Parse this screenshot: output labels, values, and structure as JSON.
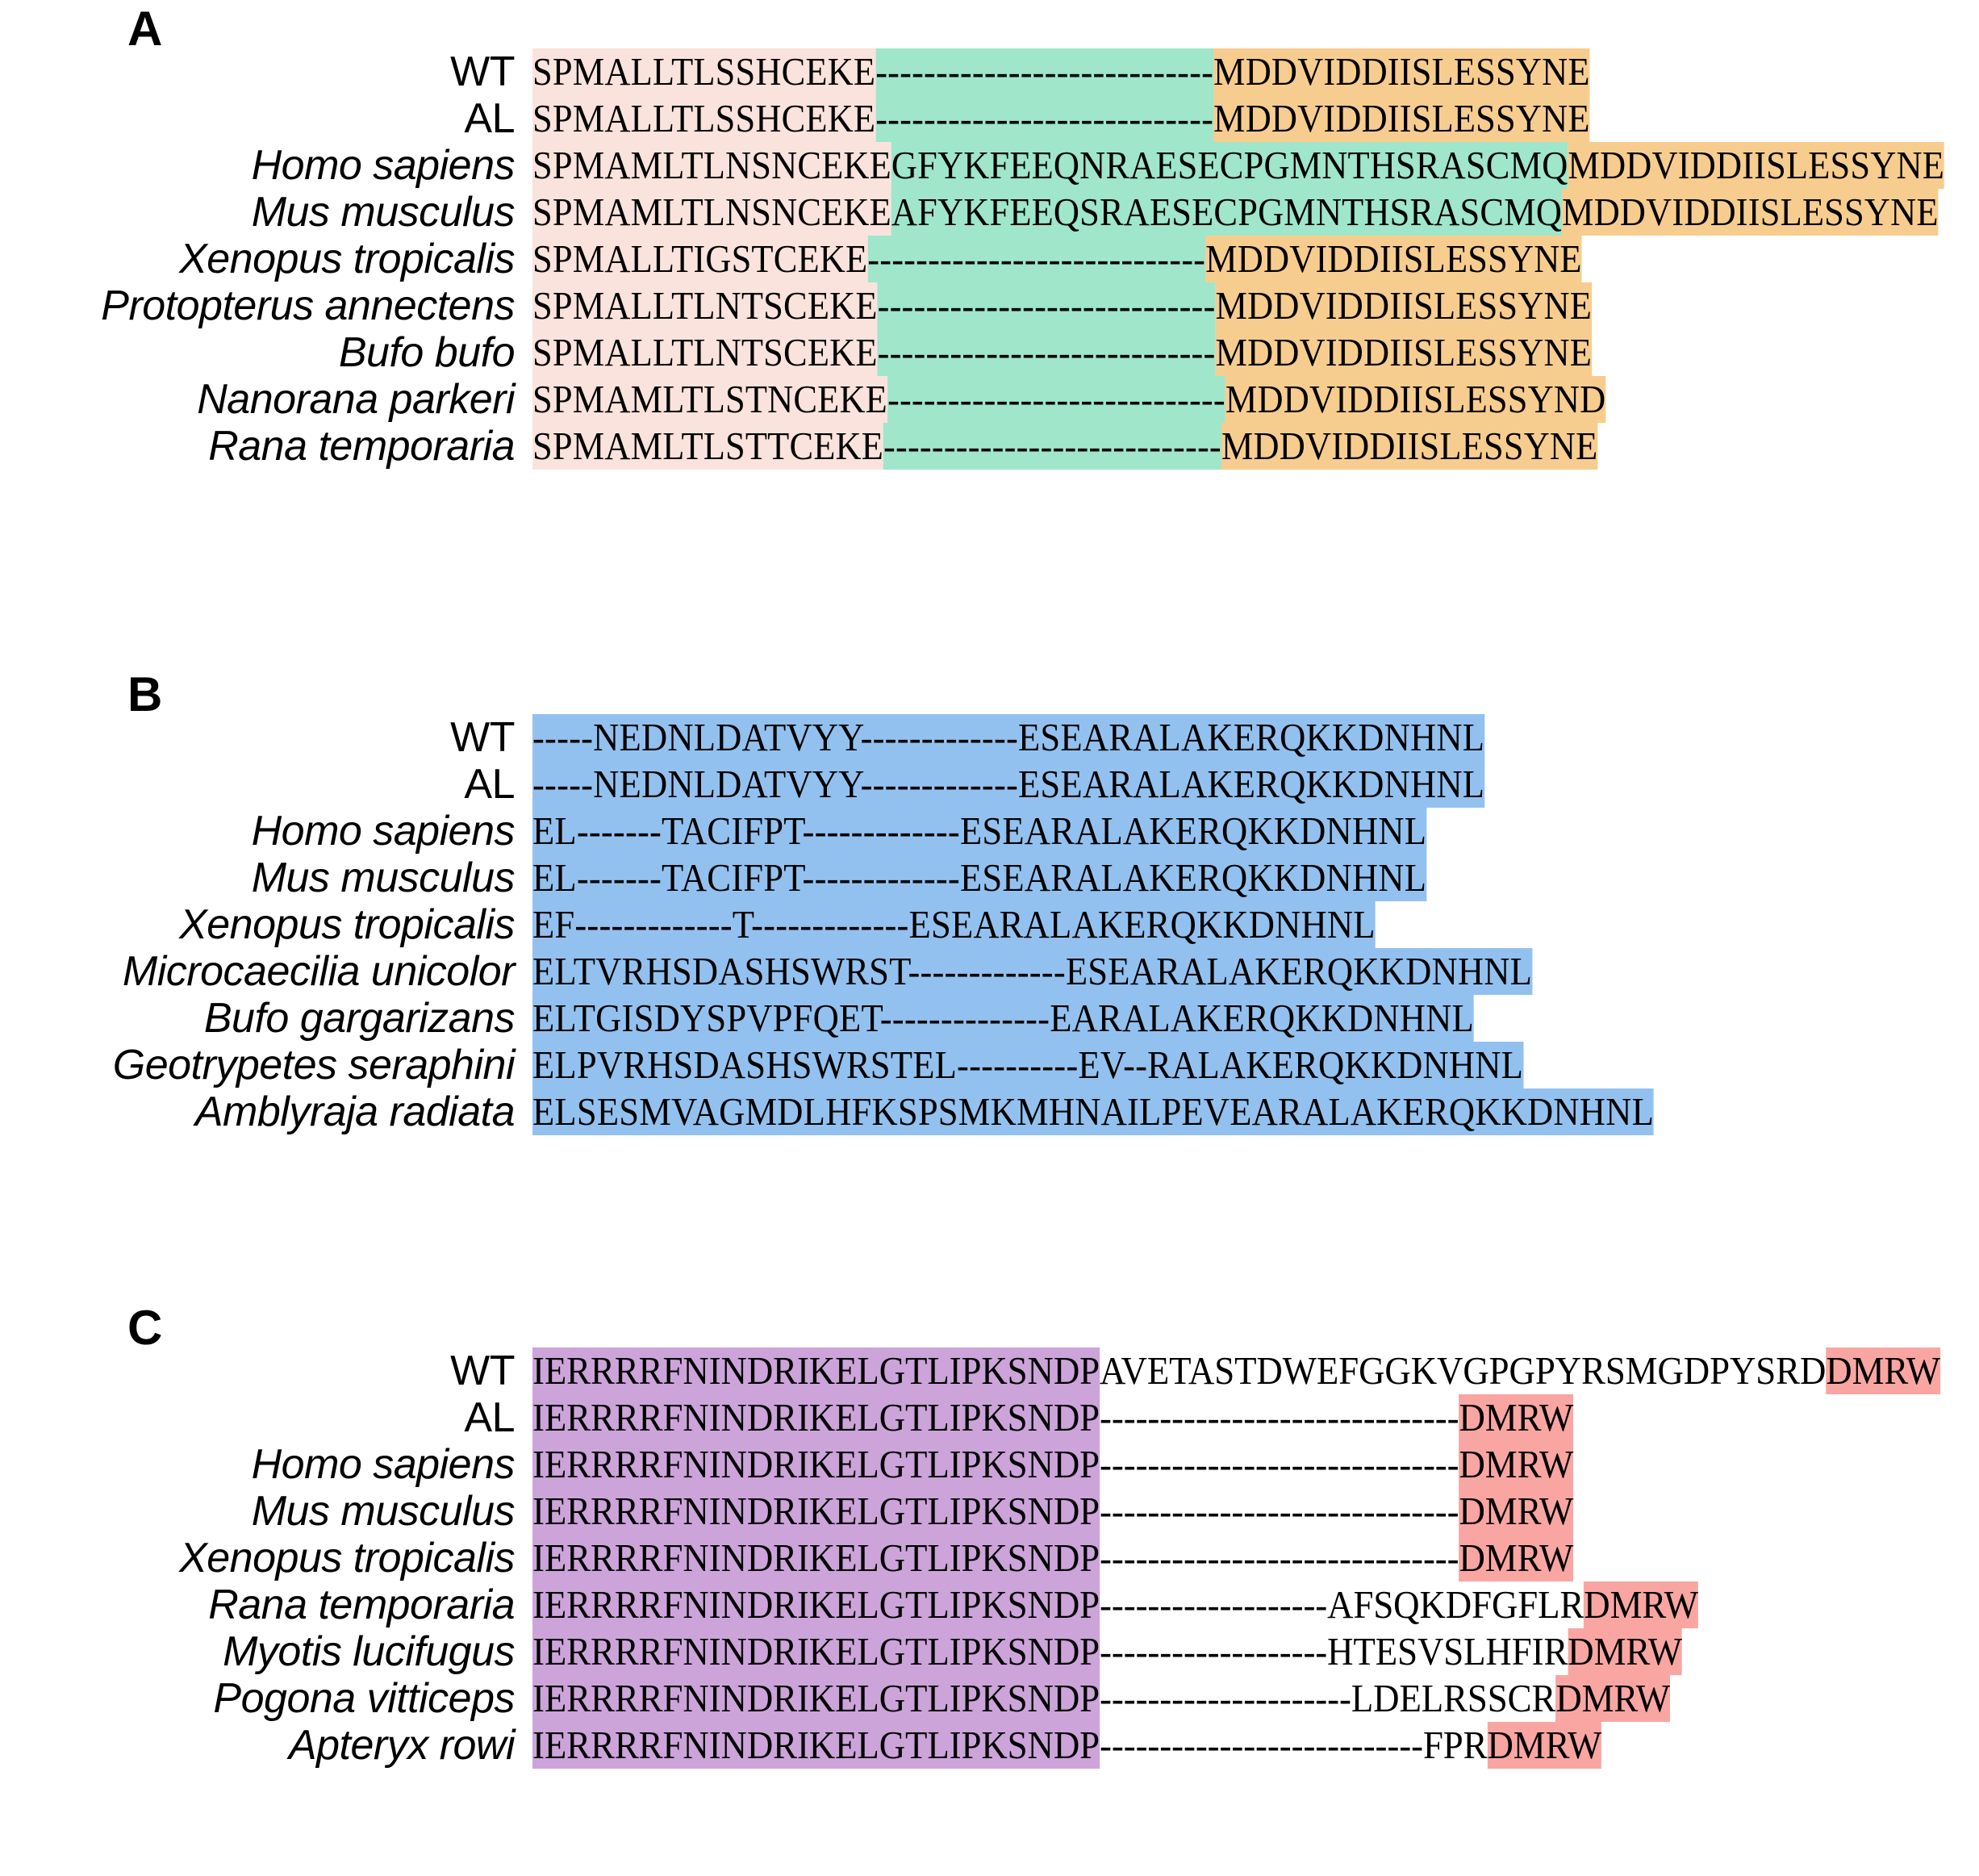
{
  "figure": {
    "kind": "multiple-sequence-alignment",
    "panels": [
      {
        "letter": "A",
        "colors": {
          "block1": "#fae3dc",
          "block2": "#9fe6cb",
          "block3": "#f7cd8f"
        },
        "rows": [
          {
            "label": "WT",
            "italic": false,
            "segments": [
              {
                "text": "SPMALLTLSSHCEKE",
                "hl": "pink"
              },
              {
                "text": "----------------------------",
                "hl": "green"
              },
              {
                "text": "MDDVIDDIISLESSYNE",
                "hl": "orange"
              }
            ]
          },
          {
            "label": "AL",
            "italic": false,
            "segments": [
              {
                "text": "SPMALLTLSSHCEKE",
                "hl": "pink"
              },
              {
                "text": "----------------------------",
                "hl": "green"
              },
              {
                "text": "MDDVIDDIISLESSYNE",
                "hl": "orange"
              }
            ]
          },
          {
            "label": "Homo sapiens",
            "italic": true,
            "segments": [
              {
                "text": "SPMAMLTLNSNCEKE",
                "hl": "pink"
              },
              {
                "text": "GFYKFEEQNRAESECPGMNTHSRASCMQ",
                "hl": "green"
              },
              {
                "text": "MDDVIDDIISLESSYNE",
                "hl": "orange"
              }
            ]
          },
          {
            "label": "Mus musculus",
            "italic": true,
            "segments": [
              {
                "text": "SPMAMLTLNSNCEKE",
                "hl": "pink"
              },
              {
                "text": "AFYKFEEQSRAESECPGMNTHSRASCMQ",
                "hl": "green"
              },
              {
                "text": "MDDVIDDIISLESSYNE",
                "hl": "orange"
              }
            ]
          },
          {
            "label": "Xenopus tropicalis",
            "italic": true,
            "segments": [
              {
                "text": "SPMALLTIGSTCEKE",
                "hl": "pink"
              },
              {
                "text": "----------------------------",
                "hl": "green"
              },
              {
                "text": "MDDVIDDIISLESSYNE",
                "hl": "orange"
              }
            ]
          },
          {
            "label": "Protopterus annectens",
            "italic": true,
            "segments": [
              {
                "text": "SPMALLTLNTSCEKE",
                "hl": "pink"
              },
              {
                "text": "----------------------------",
                "hl": "green"
              },
              {
                "text": "MDDVIDDIISLESSYNE",
                "hl": "orange"
              }
            ]
          },
          {
            "label": "Bufo bufo",
            "italic": true,
            "segments": [
              {
                "text": "SPMALLTLNTSCEKE",
                "hl": "pink"
              },
              {
                "text": "----------------------------",
                "hl": "green"
              },
              {
                "text": "MDDVIDDIISLESSYNE",
                "hl": "orange"
              }
            ]
          },
          {
            "label": "Nanorana parkeri",
            "italic": true,
            "segments": [
              {
                "text": "SPMAMLTLSTNCEKE",
                "hl": "pink"
              },
              {
                "text": "----------------------------",
                "hl": "green"
              },
              {
                "text": "MDDVIDDIISLESSYND",
                "hl": "orange"
              }
            ]
          },
          {
            "label": "Rana temporaria",
            "italic": true,
            "segments": [
              {
                "text": "SPMAMLTLSTTCEKE",
                "hl": "pink"
              },
              {
                "text": "----------------------------",
                "hl": "green"
              },
              {
                "text": "MDDVIDDIISLESSYNE",
                "hl": "orange"
              }
            ]
          }
        ]
      },
      {
        "letter": "B",
        "colors": {
          "block1": "#93c1ef"
        },
        "rows": [
          {
            "label": "WT",
            "italic": false,
            "segments": [
              {
                "text": "-----NEDNLDATVYY-------------ESEARALAKERQKKDNHNL",
                "hl": "blue"
              }
            ]
          },
          {
            "label": "AL",
            "italic": false,
            "segments": [
              {
                "text": "-----NEDNLDATVYY-------------ESEARALAKERQKKDNHNL",
                "hl": "blue"
              }
            ]
          },
          {
            "label": "Homo sapiens",
            "italic": true,
            "segments": [
              {
                "text": "EL-------TACIFPT-------------ESEARALAKERQKKDNHNL",
                "hl": "blue"
              }
            ]
          },
          {
            "label": "Mus musculus",
            "italic": true,
            "segments": [
              {
                "text": "EL-------TACIFPT-------------ESEARALAKERQKKDNHNL",
                "hl": "blue"
              }
            ]
          },
          {
            "label": "Xenopus tropicalis",
            "italic": true,
            "segments": [
              {
                "text": "EF-------------T-------------ESEARALAKERQKKDNHNL",
                "hl": "blue"
              }
            ]
          },
          {
            "label": "Microcaecilia unicolor",
            "italic": true,
            "segments": [
              {
                "text": "ELTVRHSDASHSWRST-------------ESEARALAKERQKKDNHNL",
                "hl": "blue"
              }
            ]
          },
          {
            "label": "Bufo gargarizans",
            "italic": true,
            "segments": [
              {
                "text": "ELTGISDYSPVPFQET--------------EARALAKERQKKDNHNL",
                "hl": "blue"
              }
            ]
          },
          {
            "label": "Geotrypetes seraphini",
            "italic": true,
            "segments": [
              {
                "text": "ELPVRHSDASHSWRSTEL----------EV--RALAKERQKKDNHNL",
                "hl": "blue"
              }
            ]
          },
          {
            "label": "Amblyraja radiata",
            "italic": true,
            "segments": [
              {
                "text": "ELSESMVAGMDLHFKSPSMKMHNAILPEVEARALAKERQKKDNHNL",
                "hl": "blue"
              }
            ]
          }
        ]
      },
      {
        "letter": "C",
        "colors": {
          "block1": "#cca4da",
          "block3": "#f9a6a3"
        },
        "rows": [
          {
            "label": "WT",
            "italic": false,
            "segments": [
              {
                "text": "IERRRRFNINDRIKELGTLIPKSNDP",
                "hl": "purple"
              },
              {
                "text": "AVETASTDWEFGGKVGPGPYRSMGDPYSRD",
                "hl": "none"
              },
              {
                "text": "DMRW",
                "hl": "red"
              }
            ]
          },
          {
            "label": "AL",
            "italic": false,
            "segments": [
              {
                "text": "IERRRRFNINDRIKELGTLIPKSNDP",
                "hl": "purple"
              },
              {
                "text": "------------------------------",
                "hl": "none"
              },
              {
                "text": "DMRW",
                "hl": "red"
              }
            ]
          },
          {
            "label": "Homo sapiens",
            "italic": true,
            "segments": [
              {
                "text": "IERRRRFNINDRIKELGTLIPKSNDP",
                "hl": "purple"
              },
              {
                "text": "------------------------------",
                "hl": "none"
              },
              {
                "text": "DMRW",
                "hl": "red"
              }
            ]
          },
          {
            "label": "Mus musculus",
            "italic": true,
            "segments": [
              {
                "text": "IERRRRFNINDRIKELGTLIPKSNDP",
                "hl": "purple"
              },
              {
                "text": "------------------------------",
                "hl": "none"
              },
              {
                "text": "DMRW",
                "hl": "red"
              }
            ]
          },
          {
            "label": "Xenopus tropicalis",
            "italic": true,
            "segments": [
              {
                "text": "IERRRRFNINDRIKELGTLIPKSNDP",
                "hl": "purple"
              },
              {
                "text": "------------------------------",
                "hl": "none"
              },
              {
                "text": "DMRW",
                "hl": "red"
              }
            ]
          },
          {
            "label": "Rana temporaria",
            "italic": true,
            "segments": [
              {
                "text": "IERRRRFNINDRIKELGTLIPKSNDP",
                "hl": "purple"
              },
              {
                "text": "-------------------AFSQKDFGFLR",
                "hl": "none"
              },
              {
                "text": "DMRW",
                "hl": "red"
              }
            ]
          },
          {
            "label": "Myotis lucifugus",
            "italic": true,
            "segments": [
              {
                "text": "IERRRRFNINDRIKELGTLIPKSNDP",
                "hl": "purple"
              },
              {
                "text": "-------------------HTESVSLHFIR",
                "hl": "none"
              },
              {
                "text": "DMRW",
                "hl": "red"
              }
            ]
          },
          {
            "label": "Pogona vitticeps",
            "italic": true,
            "segments": [
              {
                "text": "IERRRRFNINDRIKELGTLIPKSNDP",
                "hl": "purple"
              },
              {
                "text": "---------------------LDELRSSCR",
                "hl": "none"
              },
              {
                "text": "DMRW",
                "hl": "red"
              }
            ]
          },
          {
            "label": "Apteryx rowi",
            "italic": true,
            "segments": [
              {
                "text": "IERRRRFNINDRIKELGTLIPKSNDP",
                "hl": "purple"
              },
              {
                "text": "---------------------------FPR",
                "hl": "none"
              },
              {
                "text": "DMRW",
                "hl": "red"
              }
            ]
          }
        ]
      }
    ]
  }
}
